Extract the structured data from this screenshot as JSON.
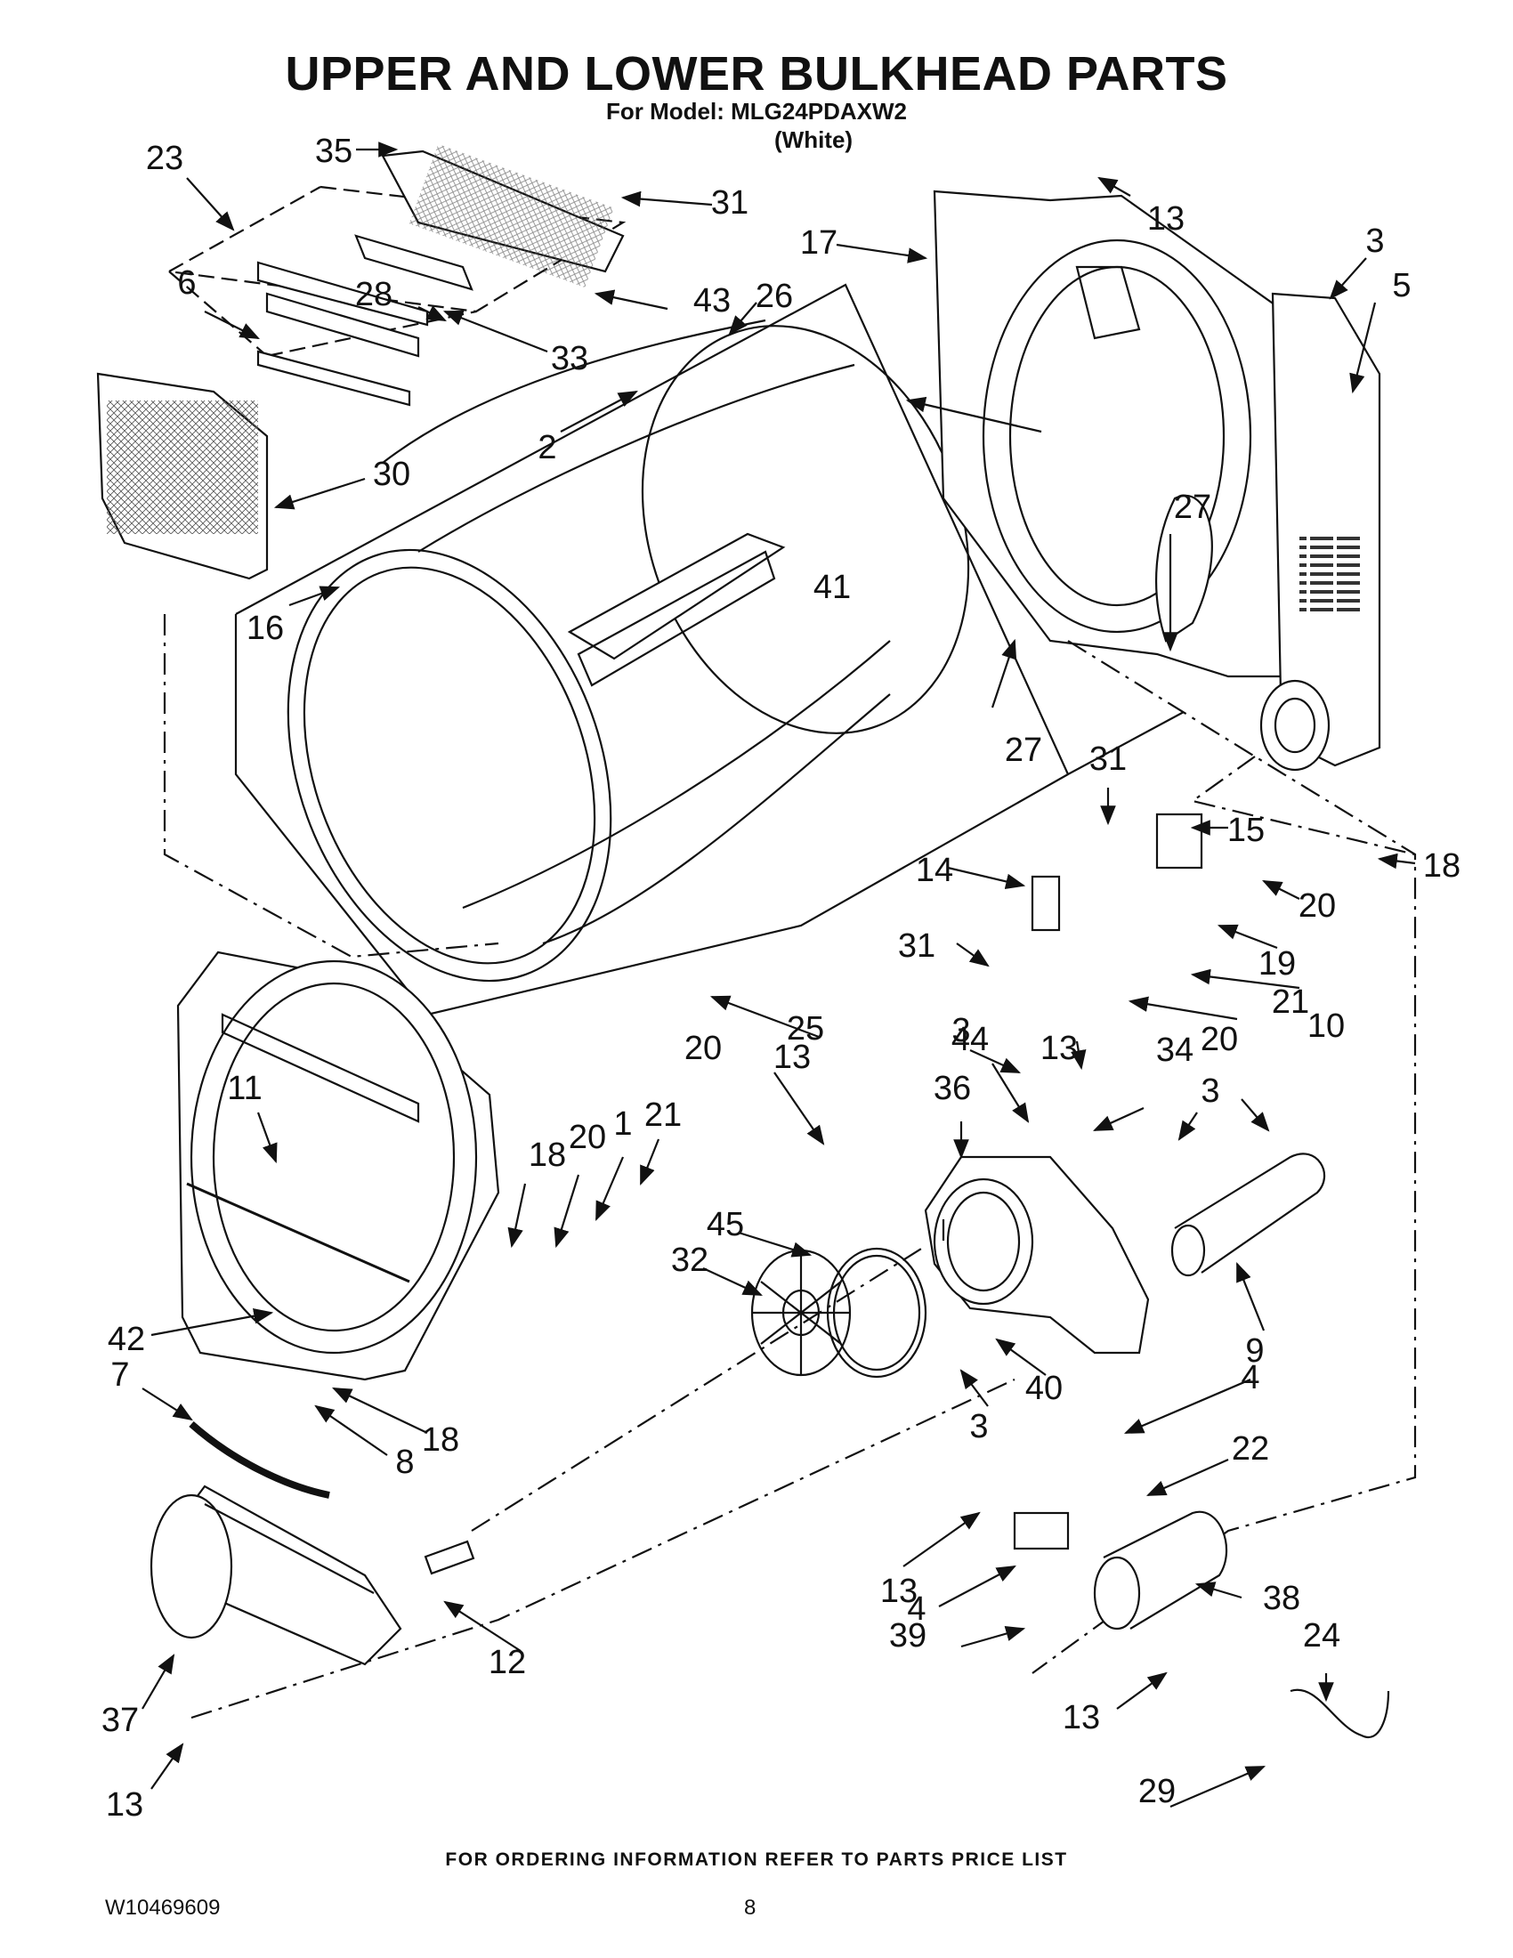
{
  "header": {
    "title": "UPPER AND LOWER BULKHEAD PARTS",
    "model": "For Model: MLG24PDAXW2",
    "variant": "(White)"
  },
  "callouts": [
    "23",
    "35",
    "31",
    "13",
    "17",
    "3",
    "5",
    "28",
    "43",
    "6",
    "33",
    "26",
    "2",
    "30",
    "41",
    "27",
    "16",
    "27",
    "31",
    "15",
    "14",
    "18",
    "20",
    "31",
    "19",
    "21",
    "20",
    "25",
    "3",
    "13",
    "10",
    "44",
    "34",
    "11",
    "36",
    "3",
    "13",
    "20",
    "18",
    "20",
    "1",
    "21",
    "45",
    "32",
    "42",
    "9",
    "7",
    "40",
    "4",
    "18",
    "8",
    "3",
    "22",
    "12",
    "13",
    "38",
    "39",
    "24",
    "37",
    "13",
    "29",
    "4",
    "13"
  ],
  "footer": {
    "note": "FOR ORDERING INFORMATION REFER TO PARTS PRICE LIST",
    "doc_number": "W10469609",
    "page_number": "8"
  }
}
